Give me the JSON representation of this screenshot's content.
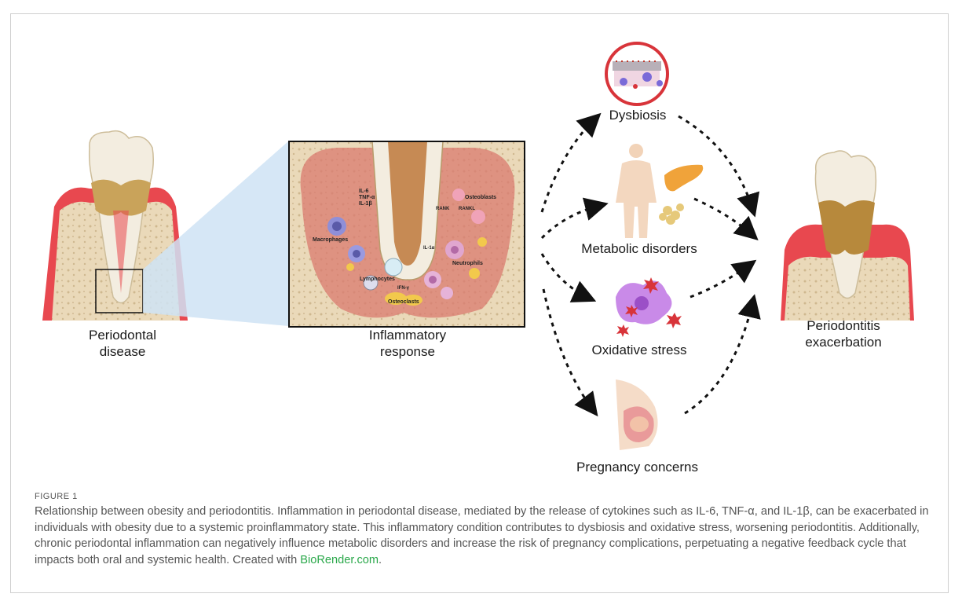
{
  "labels": {
    "periodontal_disease": "Periodontal\ndisease",
    "inflammatory_response": "Inflammatory\nresponse",
    "dysbiosis": "Dysbiosis",
    "metabolic_disorders": "Metabolic disorders",
    "oxidative_stress": "Oxidative stress",
    "pregnancy_concerns": "Pregnancy concerns",
    "periodontitis_exacerbation": "Periodontitis\nexacerbation"
  },
  "inset_labels": {
    "cytokines": "IL-6\nTNF-α\nIL-1β",
    "macrophages": "Macrophages",
    "osteoblasts": "Osteoblasts",
    "rank": "RANK",
    "rankl": "RANKL",
    "il1a": "IL-1α",
    "neutrophils": "Neutrophils",
    "lymphocytes": "Lymphocytes",
    "ifn": "IFN-γ",
    "osteoclasts": "Osteoclasts"
  },
  "caption": {
    "figure_number": "FIGURE 1",
    "text": "Relationship between obesity and periodontitis. Inflammation in periodontal disease, mediated by the release of cytokines such as IL-6, TNF-α, and IL-1β, can be exacerbated in individuals with obesity due to a systemic proinflammatory state. This inflammatory condition contributes to dysbiosis and oxidative stress, worsening periodontitis. Additionally, chronic periodontal inflammation can negatively influence metabolic disorders and increase the risk of pregnancy complications, perpetuating a negative feedback cycle that impacts both oral and systemic health. Created with ",
    "link_text": "BioRender.com",
    "link_suffix": "."
  },
  "colors": {
    "gum": "#e8484f",
    "bone": "#e8d6b6",
    "tooth": "#f3ede0",
    "plaque": "#c9a35a",
    "link": "#2aa84a",
    "zoom": "#cfe3f5"
  }
}
